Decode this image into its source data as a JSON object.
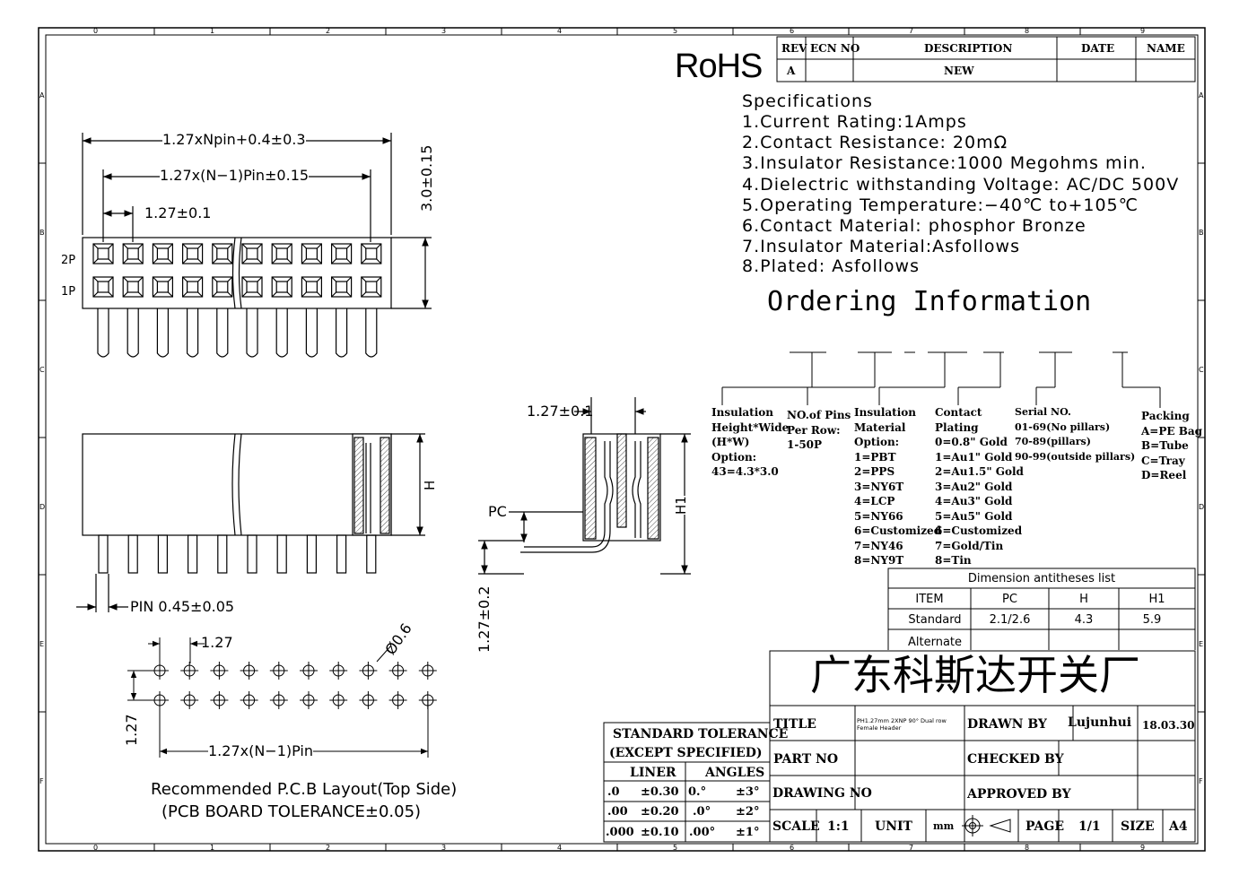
{
  "frame": {
    "col_labels": [
      "0",
      "1",
      "2",
      "3",
      "4",
      "5",
      "6",
      "7",
      "8",
      "9"
    ],
    "row_labels": [
      "A",
      "B",
      "C",
      "D",
      "E",
      "F"
    ]
  },
  "revision": {
    "headers": {
      "rev": "REV",
      "ecn": "ECN NO",
      "description": "DESCRIPTION",
      "date": "DATE",
      "name": "NAME"
    },
    "row": {
      "rev": "A",
      "ecn": "",
      "description": "NEW",
      "date": "",
      "name": ""
    }
  },
  "rohs": "RoHS",
  "specifications": {
    "title": "Specifications",
    "items": [
      "1.Current  Rating:1Amps",
      "2.Contact  Resistance:  20mΩ",
      "3.Insulator  Resistance:1000  Megohms  min.",
      "4.Dielectric  withstanding  Voltage:  AC/DC  500V",
      "5.Operating  Temperature:−40℃  to+105℃",
      "6.Contact  Material:  phosphor  Bronze",
      "7.Insulator  Material:Asfollows",
      "8.Plated:  Asfollows"
    ]
  },
  "ordering": {
    "title": "Ordering  Information",
    "insulation_hw": [
      "Insulation",
      "Height*Wide",
      "(H*W)",
      "Option:",
      "43=4.3*3.0"
    ],
    "pins_per_row": [
      "NO.of Pins",
      "Per Row:",
      "1-50P"
    ],
    "insulation_material": [
      "Insulation",
      "Material",
      "Option:",
      "1=PBT",
      "2=PPS",
      "3=NY6T",
      "4=LCP",
      "5=NY66",
      "6=Customized",
      "7=NY46",
      "8=NY9T"
    ],
    "contact_plating": [
      "Contact",
      "Plating",
      "0=0.8\" Gold",
      "1=Au1\" Gold",
      "2=Au1.5\" Gold",
      "3=Au2\" Gold",
      "4=Au3\" Gold",
      "5=Au5\" Gold",
      "6=Customized",
      "7=Gold/Tin",
      "8=Tin"
    ],
    "serial_no": [
      "Serial NO.",
      "01-69(No pillars)",
      "70-89(pillars)",
      "90-99(outside pillars)"
    ],
    "packing": [
      "Packing",
      "A=PE Bag",
      "B=Tube",
      "C=Tray",
      "D=Reel"
    ]
  },
  "dimension_list": {
    "title": "Dimension antitheses list",
    "headers": [
      "ITEM",
      "PC",
      "H",
      "H1"
    ],
    "rows": [
      [
        "Standard",
        "2.1/2.6",
        "4.3",
        "5.9"
      ],
      [
        "Alternate",
        "",
        "",
        ""
      ]
    ]
  },
  "drawing": {
    "top_dim1": "1.27xNpin+0.4±0.3",
    "top_dim2": "1.27x(N−1)Pin±0.15",
    "top_dim3": "1.27±0.1",
    "height_dim": "3.0±0.15",
    "row_2p": "2P",
    "row_1p": "1P",
    "h_label": "H",
    "pin_label": "PIN  0.45±0.05",
    "side_pitch": "1.27±0.1",
    "pc_label": "PC",
    "h1_label": "H1",
    "side_vdim": "1.27±0.2",
    "pcb_pitch": "1.27",
    "pcb_hole": "Ø0.6",
    "pcb_row_pitch": "1.27",
    "pcb_span": "1.27x(N−1)Pin",
    "pcb_caption1": "Recommended P.C.B Layout(Top Side)",
    "pcb_caption2": "(PCB BOARD TOLERANCE±0.05)"
  },
  "tolerance": {
    "title1": "STANDARD  TOLERANCE",
    "title2": "(EXCEPT   SPECIFIED)",
    "liner": "LINER",
    "angles": "ANGLES",
    "rows": [
      [
        ".0",
        "±0.30",
        "0.°",
        "±3°"
      ],
      [
        ".00",
        "±0.20",
        ".0°",
        "±2°"
      ],
      [
        ".000",
        "±0.10",
        ".00°",
        "±1°"
      ]
    ]
  },
  "company": "广东科斯达开关厂",
  "titleblock": {
    "title_label": "TITLE",
    "title_value": "PH1.27mm 2XNP 90° Dual row Female Header",
    "drawn_by_label": "DRAWN BY",
    "drawn_by": "Lujunhui",
    "date": "18.03.30",
    "part_no_label": "PART NO",
    "checked_by_label": "CHECKED BY",
    "drawing_no_label": "DRAWING NO",
    "approved_by_label": "APPROVED BY",
    "scale_label": "SCALE",
    "scale": "1:1",
    "unit_label": "UNIT",
    "unit": "mm",
    "page_label": "PAGE",
    "page": "1/1",
    "size_label": "SIZE",
    "size": "A4"
  }
}
